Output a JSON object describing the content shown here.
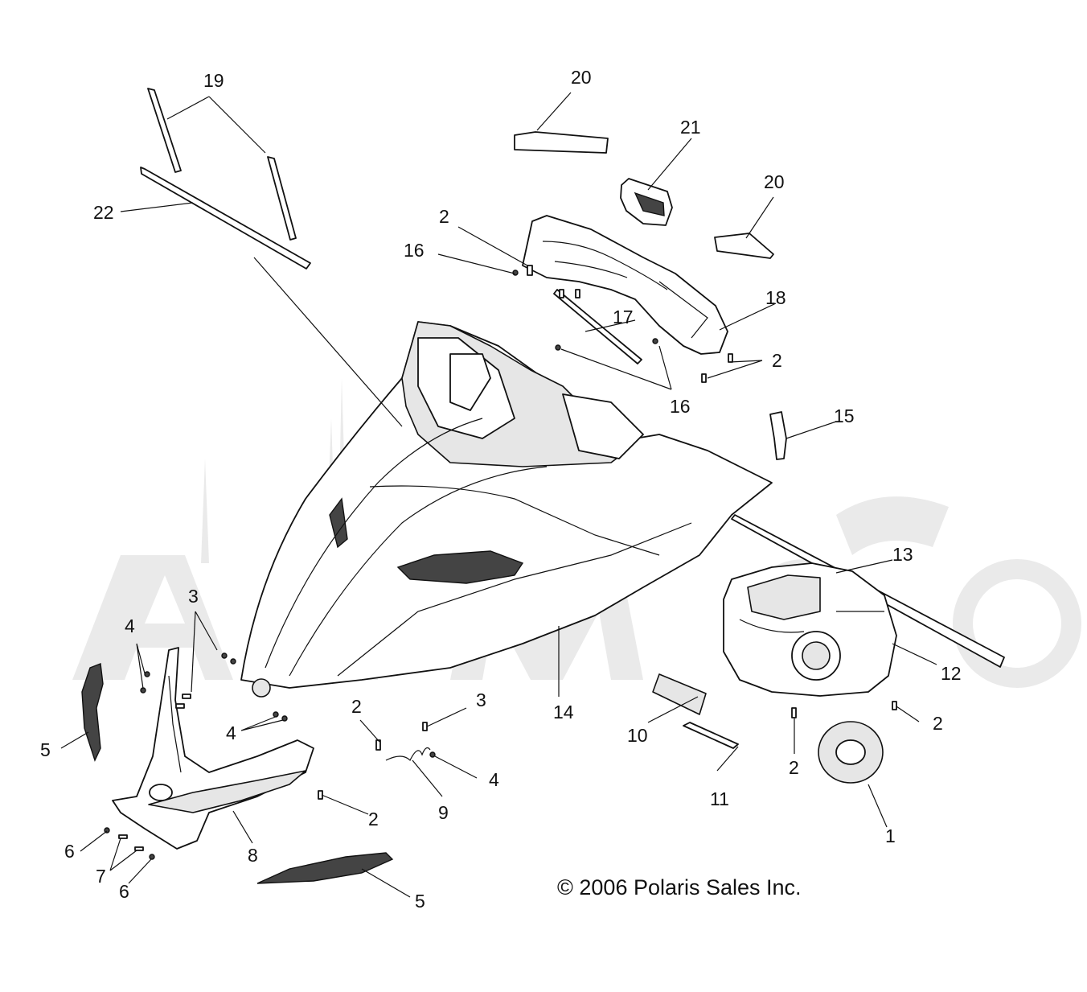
{
  "copyright": "© 2006 Polaris Sales Inc.",
  "callouts": {
    "c1": "1",
    "c2a": "2",
    "c2b": "2",
    "c2c": "2",
    "c2d": "2",
    "c2e": "2",
    "c2f": "2",
    "c3a": "3",
    "c3b": "3",
    "c4a": "4",
    "c4b": "4",
    "c4c": "4",
    "c5a": "5",
    "c5b": "5",
    "c6a": "6",
    "c6b": "6",
    "c7": "7",
    "c8": "8",
    "c9": "9",
    "c10": "10",
    "c11": "11",
    "c12": "12",
    "c13": "13",
    "c14": "14",
    "c15": "15",
    "c16a": "16",
    "c16b": "16",
    "c17": "17",
    "c18": "18",
    "c19": "19",
    "c20a": "20",
    "c20b": "20",
    "c21": "21",
    "c22": "22"
  }
}
